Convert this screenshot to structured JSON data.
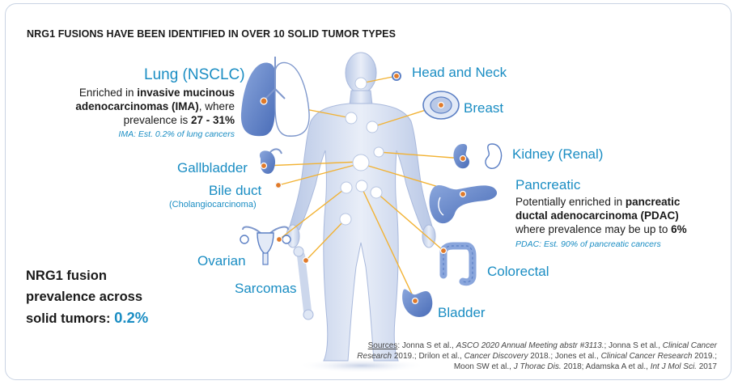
{
  "title": "NRG1 FUSIONS HAVE BEEN IDENTIFIED IN OVER 10 SOLID TUMOR TYPES",
  "lung": {
    "label": "Lung (NSCLC)",
    "desc_1": "Enriched in ",
    "desc_bold_1": "invasive mucinous adenocarcinomas (IMA)",
    "desc_2": ", where prevalence is ",
    "desc_bold_2": "27 - 31%",
    "note": "IMA: Est. 0.2% of lung cancers"
  },
  "labels": {
    "head_neck": "Head and Neck",
    "breast": "Breast",
    "kidney": "Kidney (Renal)",
    "gallbladder": "Gallbladder",
    "bile_duct": "Bile duct",
    "bile_duct_sub": "(Cholangiocarcinoma)",
    "ovarian": "Ovarian",
    "sarcomas": "Sarcomas",
    "colorectal": "Colorectal",
    "bladder": "Bladder",
    "pancreatic": "Pancreatic"
  },
  "pancreatic": {
    "desc_1": "Potentially enriched in ",
    "desc_bold_1": "pancreatic ductal adenocarcinoma (PDAC)",
    "desc_2": " where prevalence may be up to ",
    "desc_bold_2": "6%",
    "note": "PDAC: Est. 90% of pancreatic cancers"
  },
  "prevalence": {
    "text": "NRG1 fusion prevalence across solid tumors: ",
    "value": "0.2%"
  },
  "sources": {
    "label": "Sources",
    "s1": ": Jonna S et al., ",
    "s1_i": "ASCO 2020 Annual Meeting abstr #3113.",
    "s2": "; Jonna S et al., ",
    "s2_i": "Clinical Cancer Research",
    "s3": " 2019.; Drilon et al., ",
    "s3_i": "Cancer Discovery",
    "s4": " 2018.; Jones et al., ",
    "s4_i": "Clinical Cancer Research",
    "s5": " 2019.; Moon SW et al., ",
    "s5_i": "J Thorac Dis.",
    "s6": " 2018; Adamska A et al., ",
    "s6_i": "Int J Mol Sci.",
    "s7": " 2017"
  },
  "colors": {
    "accent": "#1a8dc3",
    "connector": "#f2b233",
    "marker": "#e07a2a",
    "organ": "#5b7fc4",
    "body": "#d9e2f2"
  }
}
